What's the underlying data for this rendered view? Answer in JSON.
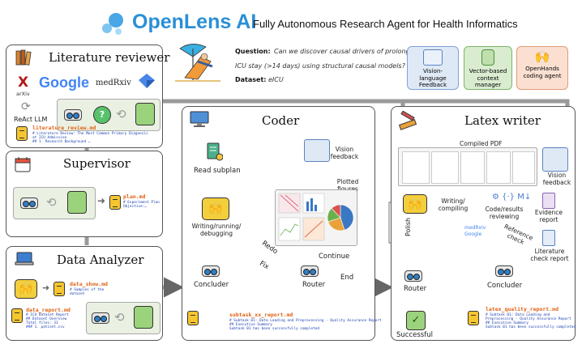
{
  "header": {
    "brand": "OpenLens AI",
    "subtitle": "Fully Autonomous Research Agent for Health Informatics"
  },
  "question": {
    "q_label": "Question:",
    "q_text_1": "Can we discover causal drivers of prolonged",
    "q_text_2": "ICU stay (>14 days) using structural causal models?",
    "d_label": "Dataset:",
    "d_value": "eICU"
  },
  "features": [
    {
      "label": "Vision-language Feedback",
      "color": "#dfe9f6"
    },
    {
      "label": "Vector-based context manager",
      "color": "#d9ecd0"
    },
    {
      "label": "OpenHands coding agent",
      "color": "#fbe0d2"
    }
  ],
  "lit": {
    "title": "Literature reviewer",
    "google": "Google",
    "medrxiv": "medRxiv",
    "arxiv": "arXiv",
    "react": "ReAct LLM",
    "file": "literature_review.md",
    "file_lines": [
      "# Literature Review: The Most Common Primary Diagnosis",
      "at ICU Admission",
      "## 1. Research Background …"
    ]
  },
  "sup": {
    "title": "Supervisor",
    "file": "plan.md",
    "file_lines": [
      "# Experiment Plan",
      "Objective:…"
    ]
  },
  "da": {
    "title": "Data Analyzer",
    "file1": "data_show.md",
    "file1_lines": [
      "# Samples of the",
      "dataset"
    ],
    "file2": "data_report.md",
    "file2_lines": [
      "# ICU Dataset Report",
      "## Dataset Overview",
      "Total files: 31",
      "### 1. patient.csv"
    ]
  },
  "coder": {
    "title": "Coder",
    "read": "Read subplan",
    "vision": "Vision feedback",
    "plotted": "Plotted figures",
    "writing": "Writing/running/ debugging",
    "redo": "Redo",
    "fix": "Fix",
    "cont": "Continue",
    "end": "End",
    "concluder": "Concluder",
    "router": "Router",
    "file": "subtask_xx_report.md",
    "file_lines": [
      "# Subtask 01: Data Loading and Preprocessing - Quality Assurance Report",
      "## Executive Summary",
      "Subtask 01 has been successfully completed"
    ]
  },
  "latex": {
    "title": "Latex writer",
    "compiled": "Compiled PDF",
    "vision": "Vision feedback",
    "writing": "Writing/ compiling",
    "code_review": "Code/results reviewing",
    "evidence": "Evidence report",
    "refcheck": "Reference check",
    "litcheck": "Literature check report",
    "polish": "Polish",
    "router": "Router",
    "concluder": "Concluder",
    "successful": "Successful",
    "file": "latex_quality_report.md",
    "file_lines": [
      "# Subtask 01: Data Loading and",
      "Preprocessing - Quality Assurance Report",
      "## Executive Summary",
      "Subtask 01 has been successfully completed"
    ]
  },
  "chart_pie_colors": [
    "#3a78c4",
    "#e9a23b",
    "#6ab04c",
    "#d9534f"
  ]
}
